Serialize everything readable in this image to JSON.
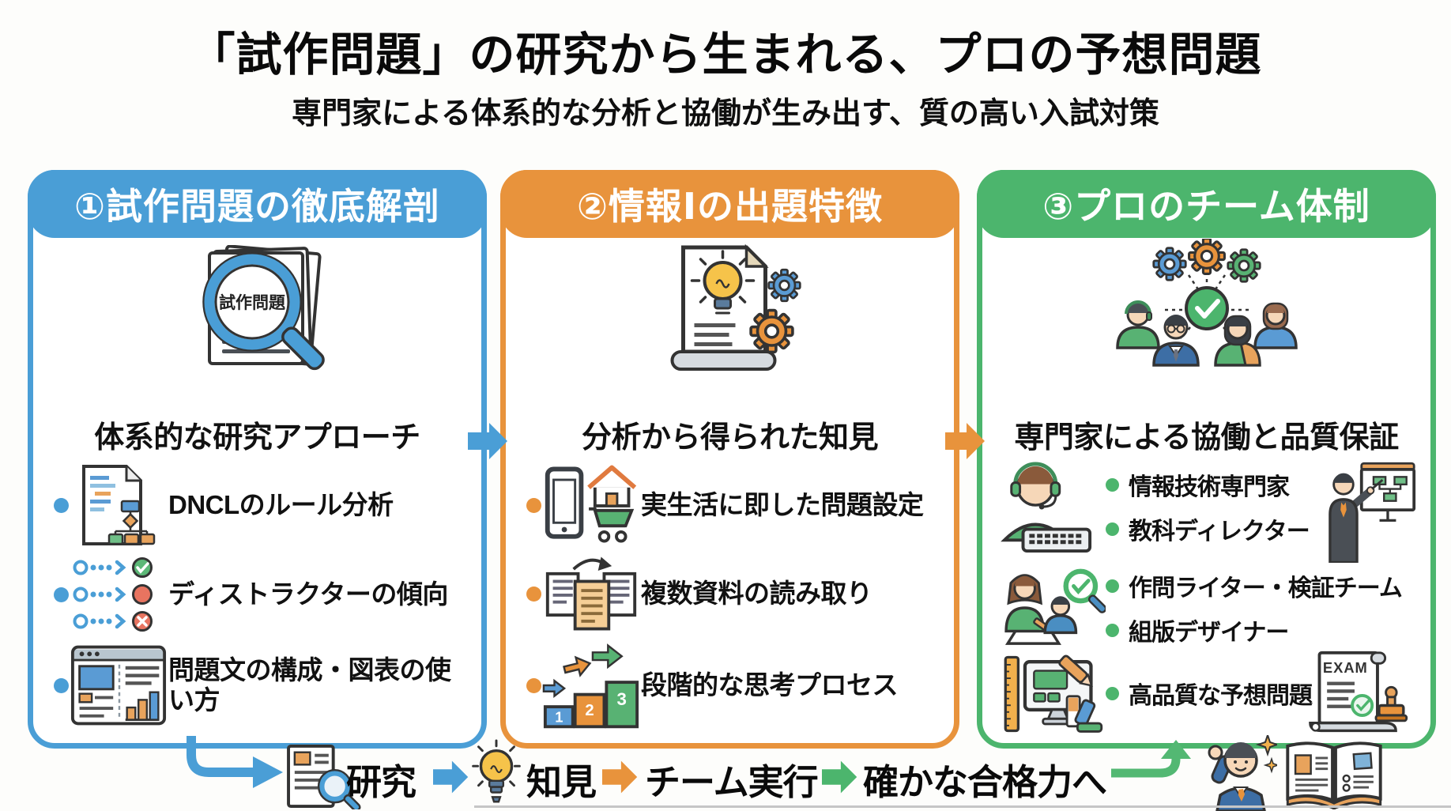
{
  "page": {
    "title": "「試作問題」の研究から生まれる、プロの予想問題",
    "subtitle": "専門家による体系的な分析と協働が生み出す、質の高い入試対策"
  },
  "columns": [
    {
      "header": "①試作問題の徹底解剖",
      "hero_caption": "試作問題",
      "section_title": "体系的な研究アプローチ",
      "bullets": [
        "DNCLのルール分析",
        "ディストラクターの傾向",
        "問題文の構成・図表の使い方"
      ]
    },
    {
      "header": "②情報Ⅰの出題特徴",
      "section_title": "分析から得られた知見",
      "bullets": [
        "実生活に即した問題設定",
        "複数資料の読み取り",
        "段階的な思考プロセス"
      ]
    },
    {
      "header": "③プロのチーム体制",
      "section_title": "専門家による協働と品質保証",
      "bullets": [
        "情報技術専門家",
        "教科ディレクター",
        "作問ライター・検証チーム",
        "組版デザイナー",
        "高品質な予想問題"
      ],
      "exam_label": "EXAM"
    }
  ],
  "flow": {
    "step_research": "研究",
    "step_insight": "知見",
    "step_team": "チーム実行",
    "step_result": "確かな合格力へ"
  },
  "icons": {
    "step_numbers": [
      "1",
      "2",
      "3"
    ]
  },
  "colors": {
    "blue": "#4A9ED6",
    "orange": "#E8933C",
    "green": "#4CB56D",
    "red": "#E87460",
    "yellow": "#F6C34A"
  }
}
